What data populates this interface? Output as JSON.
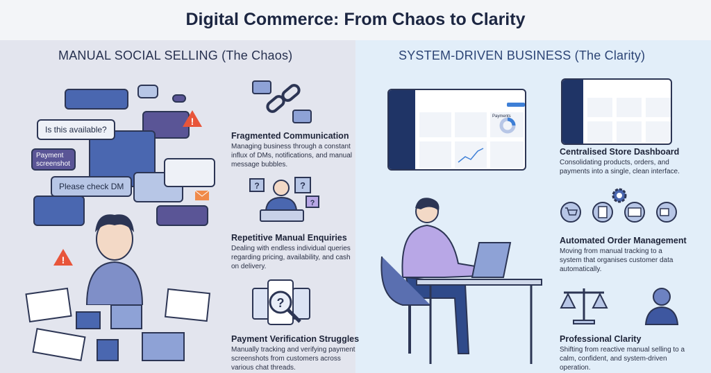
{
  "title": "Digital Commerce: From Chaos to Clarity",
  "left": {
    "heading": "MANUAL SOCIAL SELLING (The Chaos)",
    "bubbles": {
      "available": "Is this available?",
      "payment": "Payment screenshot",
      "check": "Please check DM"
    },
    "items": [
      {
        "title": "Fragmented Communication",
        "desc": "Managing business through a constant influx of DMs, notifications, and manual message bubbles."
      },
      {
        "title": "Repetitive Manual Enquiries",
        "desc": "Dealing with endless individual queries regarding pricing, availability, and cash on delivery."
      },
      {
        "title": "Payment Verification Struggles",
        "desc": "Manually tracking and verifying payment screenshots from customers across various chat threads."
      }
    ]
  },
  "right": {
    "heading": "SYSTEM-DRIVEN BUSINESS (The Clarity)",
    "dashboard": {
      "payments_label": "Payments"
    },
    "items": [
      {
        "title": "Centralised Store Dashboard",
        "desc": "Consolidating products, orders, and payments into a single, clean interface."
      },
      {
        "title": "Automated Order Management",
        "desc": "Moving from manual tracking to a system that organises customer data automatically."
      },
      {
        "title": "Professional Clarity",
        "desc": "Shifting from reactive manual selling to a calm, confident, and system-driven operation."
      }
    ]
  },
  "colors": {
    "navy": "#1c2642",
    "blue": "#4a67b0",
    "purple": "#5a5596",
    "alert": "#e8553a",
    "left_bg": "#e3e5ee",
    "right_bg": "#e2eef9"
  }
}
